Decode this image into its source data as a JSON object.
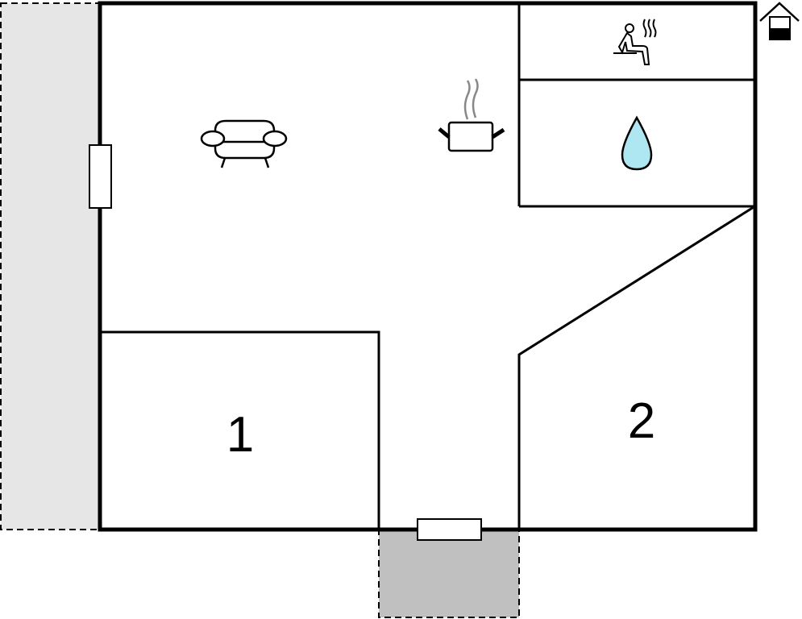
{
  "plan": {
    "rooms": [
      {
        "id": "bedroom-1",
        "label": "1"
      },
      {
        "id": "bedroom-2",
        "label": "2"
      }
    ],
    "icons": [
      "sofa-icon",
      "cooking-pot-icon",
      "sauna-icon",
      "water-drop-icon",
      "house-floor-icon"
    ],
    "colors": {
      "wall": "#000000",
      "terrace": "#e6e6e6",
      "entrance": "#c0c0c0",
      "water": "#aee6f2",
      "steam": "#888888"
    }
  }
}
